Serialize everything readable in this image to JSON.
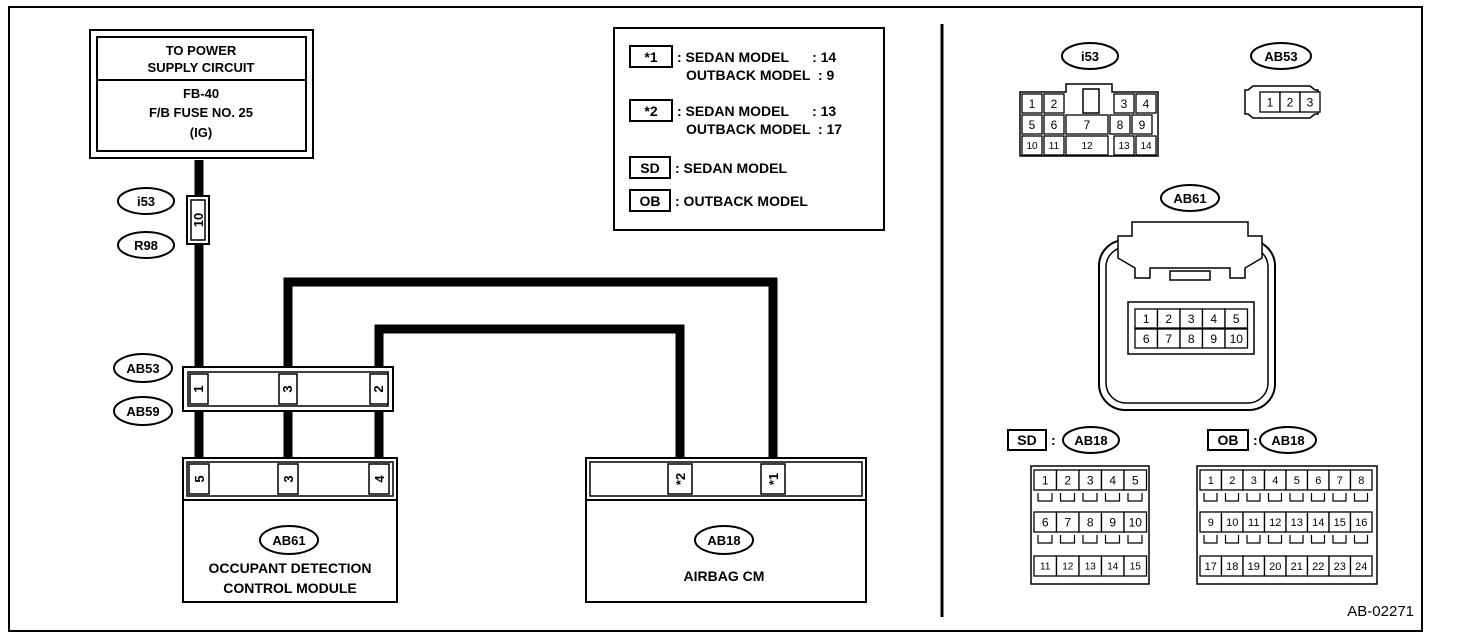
{
  "power_box": {
    "line1": "TO POWER",
    "line2": "SUPPLY CIRCUIT",
    "line3": "FB-40",
    "line4": "F/B FUSE NO. 25",
    "line5": "(IG)"
  },
  "connector_labels": {
    "i53": "i53",
    "r98": "R98",
    "ab53": "AB53",
    "ab59": "AB59",
    "ab61": "AB61",
    "ab18": "AB18"
  },
  "pins": {
    "i53_r98": "10",
    "ab53_1": "1",
    "ab53_3": "3",
    "ab53_2": "2",
    "ab61_5": "5",
    "ab61_3": "3",
    "ab61_4": "4",
    "ab18_s2": "*2",
    "ab18_s1": "*1"
  },
  "modules": {
    "odcm_line1": "OCCUPANT DETECTION",
    "odcm_line2": "CONTROL MODULE",
    "airbag": "AIRBAG CM"
  },
  "legend": {
    "s1_tag": "*1",
    "s1_line1": ": SEDAN MODEL      : 14",
    "s1_line2": "OUTBACK MODEL  : 9",
    "s2_tag": "*2",
    "s2_line1": ": SEDAN MODEL      : 13",
    "s2_line2": "OUTBACK MODEL  : 17",
    "sd_tag": "SD",
    "sd_text": ": SEDAN MODEL",
    "ob_tag": "OB",
    "ob_text": ": OUTBACK MODEL"
  },
  "views": {
    "i53": "i53",
    "ab53": "AB53",
    "ab61": "AB61",
    "sd_tag": "SD",
    "ob_tag": "OB",
    "ab18": "AB18",
    "colon": ":"
  },
  "i53_pins": [
    "1",
    "2",
    "3",
    "4",
    "5",
    "6",
    "7",
    "8",
    "9",
    "10",
    "11",
    "12",
    "13",
    "14"
  ],
  "ab53_pins": [
    "1",
    "2",
    "3"
  ],
  "ab61_pins": [
    "1",
    "2",
    "3",
    "4",
    "5",
    "6",
    "7",
    "8",
    "9",
    "10"
  ],
  "ab18_sd_pins": [
    "1",
    "2",
    "3",
    "4",
    "5",
    "6",
    "7",
    "8",
    "9",
    "10",
    "11",
    "12",
    "13",
    "14",
    "15"
  ],
  "ab18_ob_pins": [
    "1",
    "2",
    "3",
    "4",
    "5",
    "6",
    "7",
    "8",
    "9",
    "10",
    "11",
    "12",
    "13",
    "14",
    "15",
    "16",
    "17",
    "18",
    "19",
    "20",
    "21",
    "22",
    "23",
    "24"
  ],
  "figure_id": "AB-02271"
}
